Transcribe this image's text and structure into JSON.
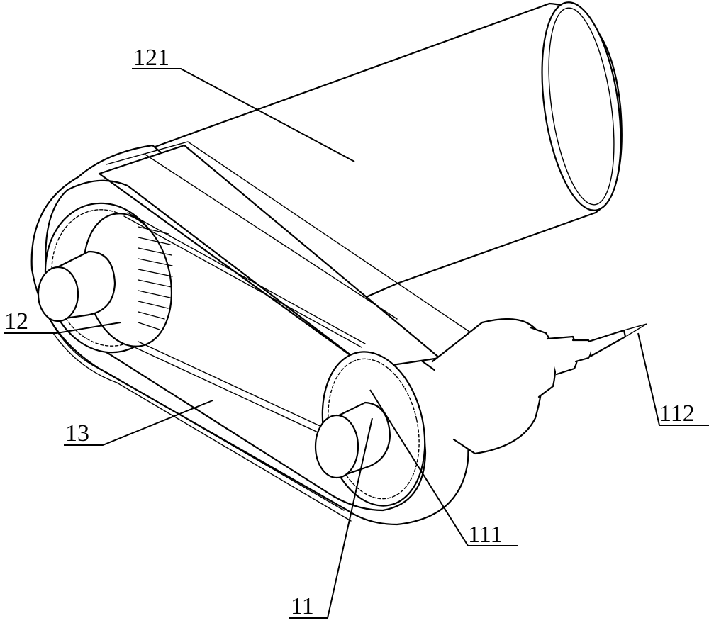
{
  "labels": {
    "l121": "121",
    "l12": "12",
    "l13": "13",
    "l11": "11",
    "l111": "111",
    "l112": "112"
  }
}
